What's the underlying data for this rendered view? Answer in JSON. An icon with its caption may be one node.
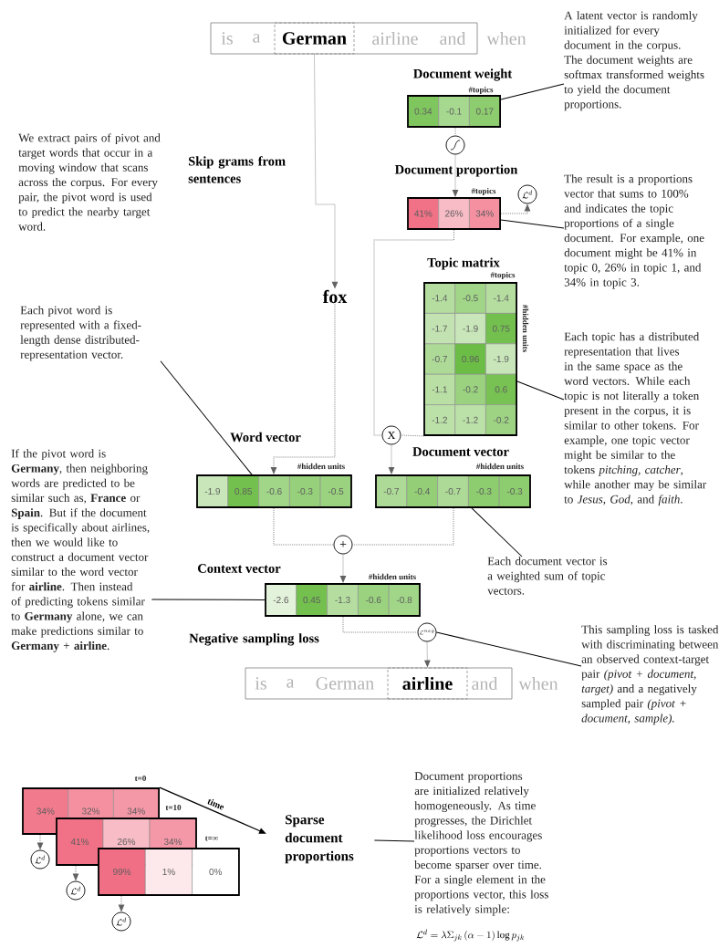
{
  "diagram": {
    "nodes": [
      {
        "text": [],
        "shape": "box"
      },
      {
        "text": [
          "is"
        ],
        "in": 0
      },
      {
        "text": [
          "a"
        ],
        "in": 0
      },
      {
        "text": [
          "German"
        ],
        "in": 0
      },
      {
        "text": [
          "airline"
        ],
        "in": 0
      },
      {
        "text": [
          "and"
        ],
        "in": 0
      },
      {
        "text": [
          "A latent vector is randomly initialized for every document in the corpus. The document weights are softmax transformed weights to yield the document proportions."
        ]
      },
      {
        "text": [
          "Document weight",
          "#topics",
          "0.34",
          "-0.1",
          "0.17"
        ]
      },
      {
        "text": [],
        "shape": "circle"
      },
      {
        "text": [
          "Document proportion",
          "#topics",
          "41%",
          "26%",
          "34%"
        ]
      },
      {
        "text": [
          "\\mathcal{L}^d"
        ]
      },
      {
        "text": [
          "The result is a proportions vector that sums to 100% and indicates the topic proportions of a single document. For example, one document might be 41% in topic 0, 26% in topic 1, and 34% in topic 3."
        ]
      },
      {
        "text": [
          "fox"
        ]
      },
      {
        "text": [
          "Topic matrix",
          "#topics",
          "#hidden units",
          "-1.4",
          "-0.5",
          "-1.4",
          "-1.7",
          "-1.9",
          "0.75",
          "-0.7",
          "0.96",
          "-1.9",
          "-1.1",
          "-0.2",
          "0.6",
          "-1.2",
          "-1.2",
          "-0.2"
        ]
      },
      {
        "text": [
          "Each pivot word is represented with a fixed-length dense distributed-representation vector."
        ]
      },
      {
        "text": [
          "Each topic has a distributed representation that lives in the same space as the word vectors. While each topic is not literally a token present in the corpus, it is similar to other tokens. For example, one topic vector might be similar to the tokens *pitching, catcher*, while another may be similar to *Jesus*, *God*, and *faith*."
        ]
      },
      {
        "text": [
          "X"
        ]
      },
      {
        "text": [
          "Word vector",
          "#hidden units",
          "-1.9",
          "0.85",
          "-0.6",
          "-0.3",
          "-0.5"
        ]
      },
      {
        "text": [
          "Document vector",
          "#hidden units",
          "-0.7",
          "-0.4",
          "-0.7",
          "-0.3",
          "-0.3"
        ]
      },
      {
        "text": [
          "If the pivot word is **Germany**, then neighboring words are predicted to be similar such as, **France** or **Spain**. But if the document is specifically about airlines, then we would like to construct a document vector similar to the word vector for **airline**. Then instead of predicting tokens similar to **Germany** alone, we can make predictions similar to **Germany** + **airline**."
        ]
      },
      {
        "text": [
          "+"
        ]
      },
      {
        "text": [
          "Each document vector is a weighted sum of topic vectors."
        ]
      },
      {
        "text": [
          "Context vector",
          "#hidden units",
          "-2.6",
          "0.45",
          "-1.3",
          "-0.6",
          "-0.8"
        ]
      },
      {
        "text": [
          "\\mathcal{L}^{neg}"
        ]
      },
      {
        "text": [
          "This sampling loss is tasked with discriminating between an observed context-target pair *(pivot + document, target)* and a negatively sampled pair *(pivot + document, sample).*"
        ]
      },
      {
        "text": [],
        "shape": "box"
      },
      {
        "text": [
          "is"
        ],
        "in": 25
      },
      {
        "text": [
          "a"
        ],
        "in": 25
      },
      {
        "text": [
          "German"
        ],
        "in": 25
      },
      {
        "text": [
          "airline"
        ],
        "in": 25
      },
      {
        "text": [
          "and"
        ],
        "in": 25
      },
      {
        "text": [
          "t=0",
          "34%",
          "32%",
          "34%"
        ]
      },
      {
        "text": [
          "t=10",
          "41%",
          "26%",
          "34%"
        ]
      },
      {
        "text": [
          "t=∞",
          "99%",
          "1%",
          "0%"
        ]
      },
      {
        "text": [
          "\\mathcal{L}^d"
        ]
      },
      {
        "text": [
          "\\mathcal{L}^d"
        ]
      },
      {
        "text": [
          "\\mathcal{L}^d"
        ]
      },
      {
        "text": [
          "Sparse document proportions"
        ]
      },
      {
        "text": [
          "Document proportions are initialized relatively homogeneously. As time progresses, the Dirichlet likelihood loss encourages proportions vectors to become sparser over time. For a single element in the proportions vector, this loss is relatively simple:",
          "\\mathcal{L}^d = \\lambda \\Sigma_{jk} \\, (\\alpha - 1) \\log p_{jk}"
        ]
      }
    ],
    "edges": [
      {
        "from": 3,
        "to": 12,
        "arrow": "to",
        "style": "dashed"
      },
      {
        "from": 12,
        "to": 17,
        "arrow": "to",
        "style": "dashed"
      },
      {
        "from": 7,
        "to": 8,
        "arrow": "none",
        "style": "dashed"
      },
      {
        "from": 8,
        "to": 9,
        "arrow": "to",
        "style": "dashed"
      },
      {
        "from": 9,
        "to": 10,
        "arrow": "to",
        "style": "dashed"
      },
      {
        "from": 9,
        "to": 16,
        "arrow": "none",
        "style": "dashed"
      },
      {
        "from": 13,
        "to": 16,
        "arrow": "none",
        "style": "dashed"
      },
      {
        "from": 16,
        "to": 18,
        "arrow": "to",
        "style": "dashed"
      },
      {
        "from": 17,
        "to": 20,
        "arrow": "none",
        "style": "dashed"
      },
      {
        "from": 18,
        "to": 20,
        "arrow": "none",
        "style": "dashed"
      },
      {
        "from": 20,
        "to": 22,
        "arrow": "to",
        "style": "dashed"
      },
      {
        "from": 22,
        "to": 23,
        "arrow": "none",
        "style": "dashed"
      },
      {
        "from": 23,
        "to": 29,
        "arrow": "to",
        "style": "dashed"
      },
      {
        "from": 31,
        "to": 34,
        "arrow": "to",
        "style": "dashed"
      },
      {
        "from": 32,
        "to": 35,
        "arrow": "to",
        "style": "dashed"
      },
      {
        "from": 33,
        "to": 36,
        "arrow": "to",
        "style": "dashed"
      },
      {
        "from": 31,
        "to": 37,
        "arrow": "to",
        "label": "time",
        "color": "#000000"
      },
      {
        "from": 6,
        "to": 7,
        "arrow": "none",
        "color": "#000000"
      },
      {
        "from": 11,
        "to": 9,
        "arrow": "none",
        "color": "#000000"
      },
      {
        "from": 15,
        "to": 13,
        "arrow": "none",
        "color": "#000000"
      },
      {
        "from": 21,
        "to": 18,
        "arrow": "none",
        "color": "#000000"
      },
      {
        "from": 14,
        "to": 17,
        "arrow": "none",
        "color": "#000000"
      },
      {
        "from": 19,
        "to": 22,
        "arrow": "none",
        "color": "#000000"
      },
      {
        "from": 24,
        "to": 23,
        "arrow": "none",
        "color": "#000000"
      },
      {
        "from": 38,
        "to": 37,
        "arrow": "none",
        "color": "#000000"
      }
    ],
    "labels": [
      "when",
      "Skip grams from sentences",
      "We extract pairs of pivot and target words that occur in a moving window that scans across the corpus. For every pair, the pivot word is used to predict the nearby target word.",
      "Negative sampling loss",
      "when"
    ]
  }
}
